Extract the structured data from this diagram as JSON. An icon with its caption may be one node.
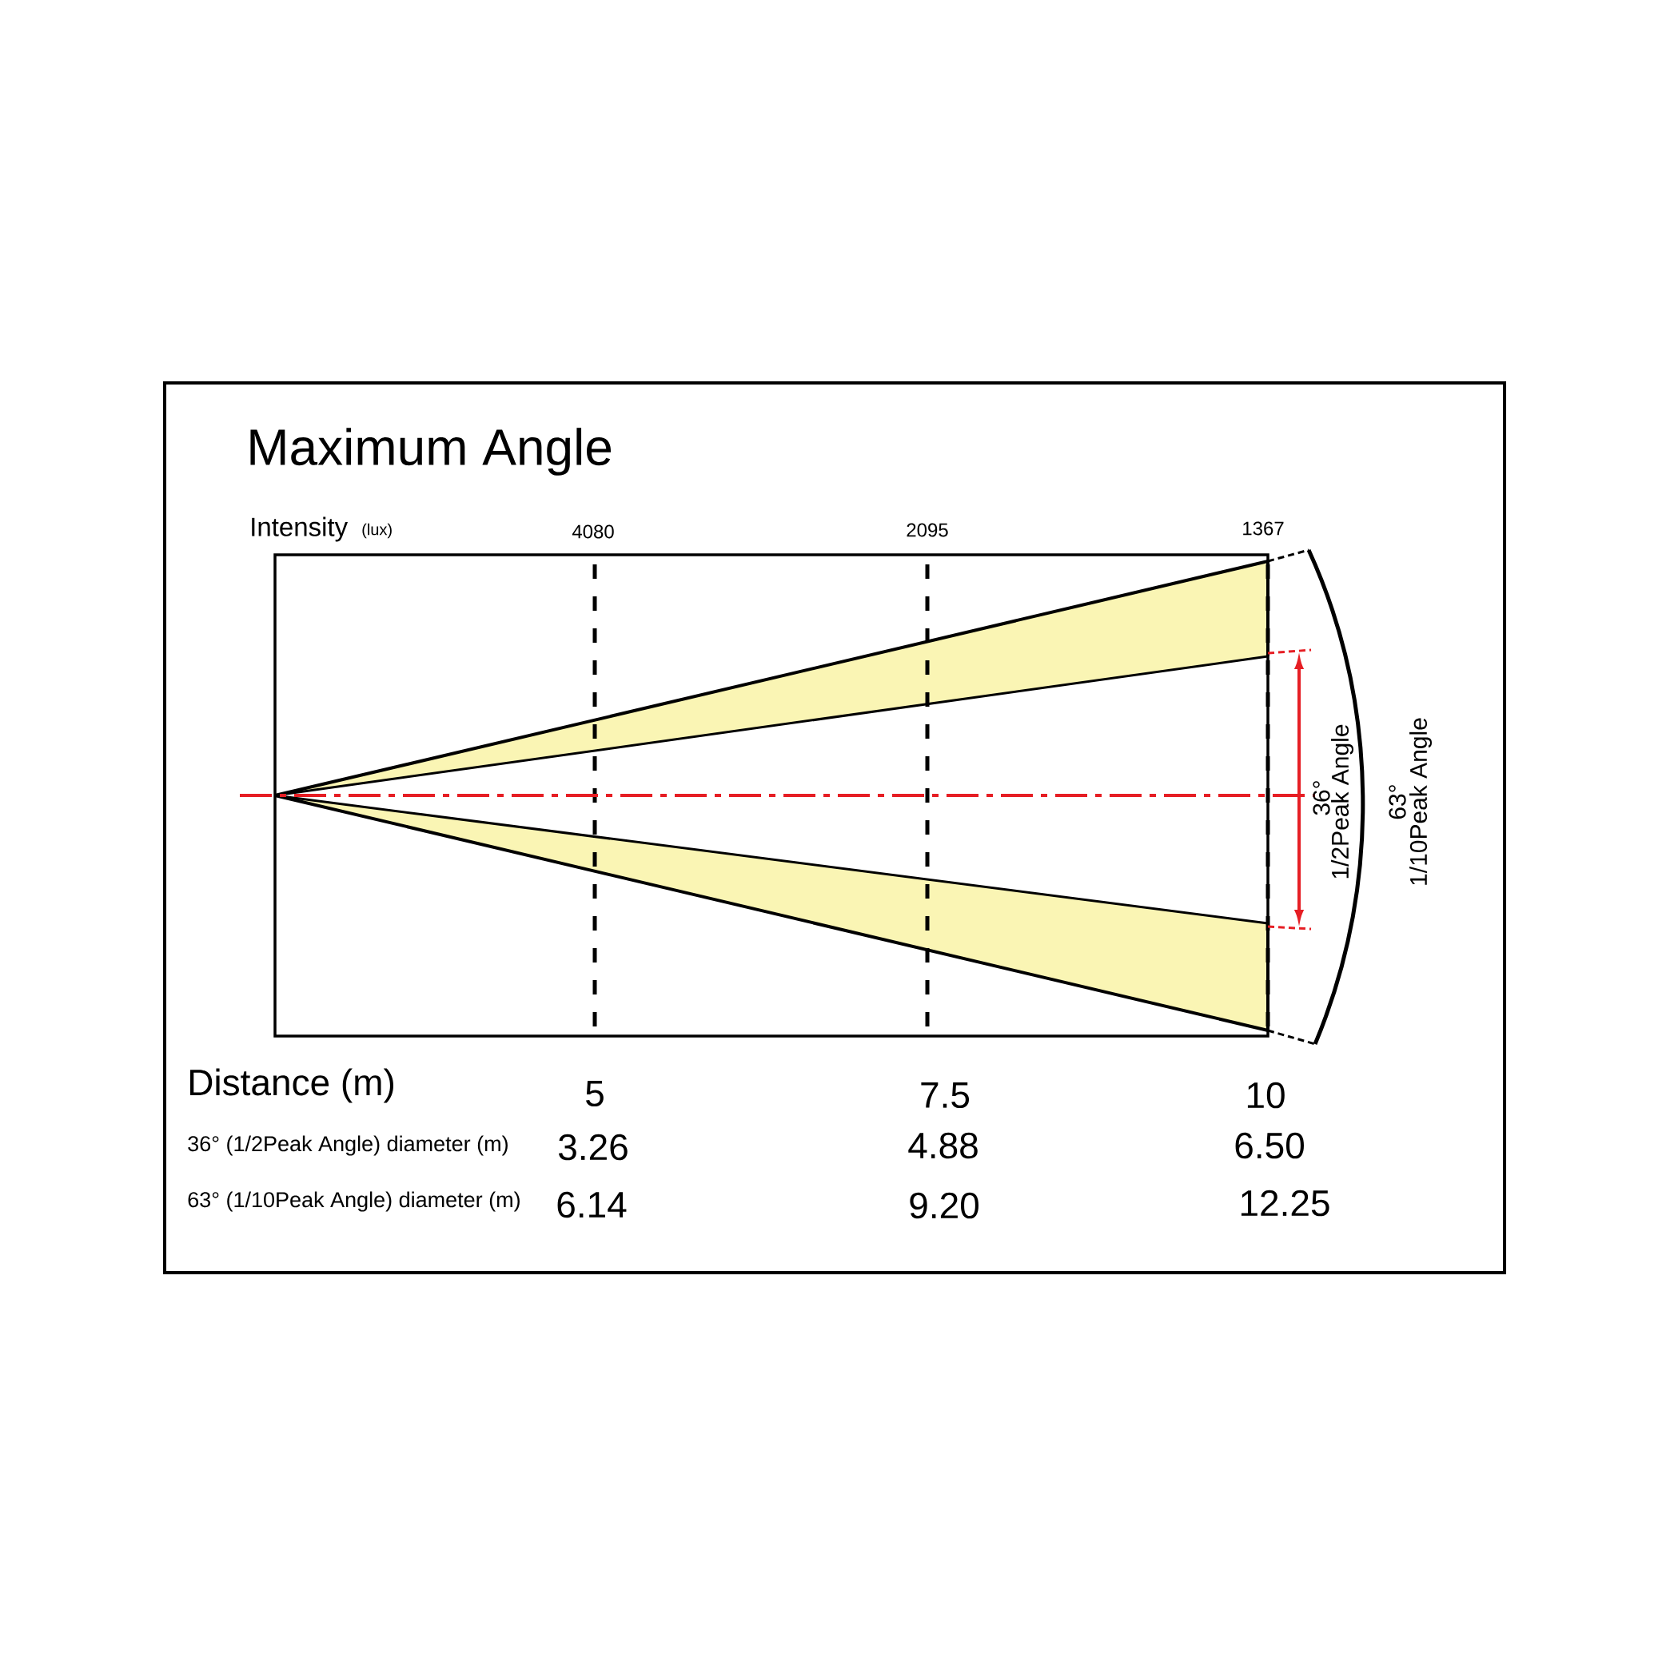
{
  "diagram": {
    "title": "Maximum Angle",
    "labels": [
      "Intensity",
      "(lux)",
      "4080",
      "2095",
      "1367",
      "36°",
      "1/2Peak Angle",
      "63°",
      "1/10Peak Angle",
      "Distance (m)",
      "5",
      "7.5",
      "10",
      "36° (1/2Peak Angle) diameter (m)",
      "3.26",
      "4.88",
      "6.50",
      "63° (1/10Peak Angle) diameter (m)",
      "6.14",
      "9.20",
      "12.25"
    ]
  }
}
